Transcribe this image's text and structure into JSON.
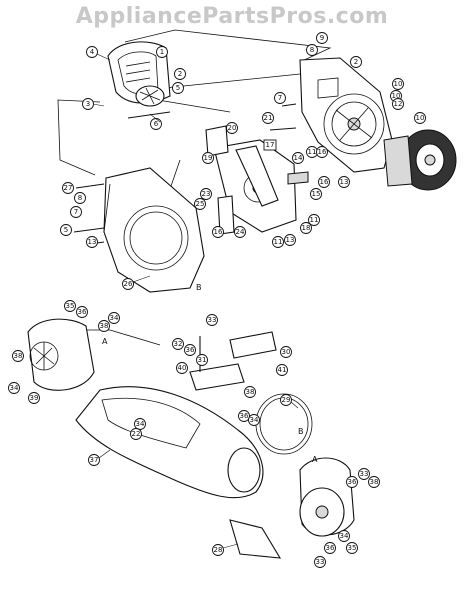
{
  "watermark": "AppliancePartsPros.com",
  "callouts": {
    "c1": "1",
    "c2": "2",
    "c3": "3",
    "c4": "4",
    "c5": "5",
    "c6": "6",
    "c7": "7",
    "c8": "8",
    "c9": "9",
    "c10": "10",
    "c11": "11",
    "c12": "12",
    "c13": "13",
    "c14": "14",
    "c15": "15",
    "c16": "16",
    "c17": "17",
    "c18": "18",
    "c19": "19",
    "c20": "20",
    "c21": "21",
    "c22": "22",
    "c23": "23",
    "c24": "24",
    "c25": "25",
    "c26": "26",
    "c27": "27",
    "c28": "28",
    "c29": "29",
    "c30": "30",
    "c31": "31",
    "c32": "32",
    "c33": "33",
    "c34": "34",
    "c35": "35",
    "c36": "36",
    "c37": "37",
    "c38": "38",
    "c39": "39",
    "c40": "40",
    "c41": "41"
  },
  "letters": {
    "a": "A",
    "b": "B"
  }
}
